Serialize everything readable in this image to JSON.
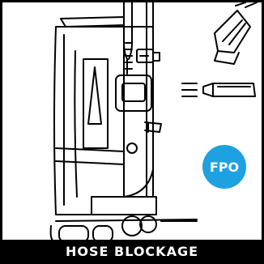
{
  "badge": {
    "label": "FPO",
    "color": "#1da1e1"
  },
  "caption": {
    "text": "HOSE BLOCKAGE"
  },
  "illustration": {
    "subject": "vacuum-cleaner",
    "parts": [
      "hose",
      "dusting-brush",
      "crevice-tool",
      "cleaner-head"
    ]
  }
}
